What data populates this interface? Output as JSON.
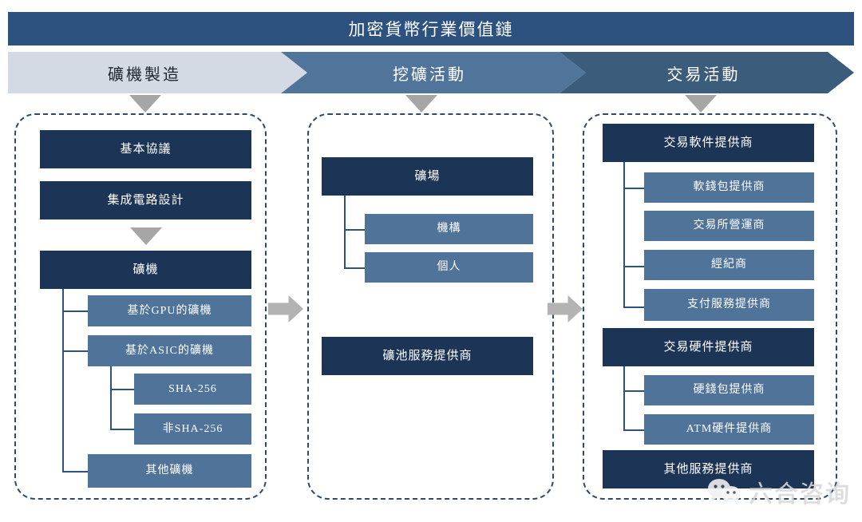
{
  "title": "加密貨幣行業價值鏈",
  "stages": [
    {
      "label": "礦機製造",
      "color": "#d3dae4"
    },
    {
      "label": "挖礦活動",
      "color": "#51749a"
    },
    {
      "label": "交易活動",
      "color": "#3c5c7c"
    }
  ],
  "colors": {
    "title_bar": "#2d5280",
    "dark_node": "#1c3557",
    "mid_node": "#50739a",
    "panel_border": "#2d4a6b",
    "arrow_gray": "#b3b3b3",
    "down_arrow_gray": "#a6a6a6"
  },
  "columns": [
    {
      "name": "礦機製造",
      "nodes": [
        {
          "id": "l1",
          "label": "基本協議",
          "level": "dark"
        },
        {
          "id": "l2",
          "label": "集成電路設計",
          "level": "dark"
        },
        {
          "id": "l3",
          "label": "礦機",
          "level": "dark"
        },
        {
          "id": "l4",
          "label": "基於GPU的礦機",
          "level": "mid"
        },
        {
          "id": "l5",
          "label": "基於ASIC的礦機",
          "level": "mid"
        },
        {
          "id": "l6",
          "label": "SHA-256",
          "level": "mid"
        },
        {
          "id": "l7",
          "label": "非SHA-256",
          "level": "mid"
        },
        {
          "id": "l8",
          "label": "其他礦機",
          "level": "mid"
        }
      ]
    },
    {
      "name": "挖礦活動",
      "nodes": [
        {
          "id": "m1",
          "label": "礦場",
          "level": "dark"
        },
        {
          "id": "m2",
          "label": "機構",
          "level": "mid"
        },
        {
          "id": "m3",
          "label": "個人",
          "level": "mid"
        },
        {
          "id": "m4",
          "label": "礦池服務提供商",
          "level": "dark"
        }
      ]
    },
    {
      "name": "交易活動",
      "nodes": [
        {
          "id": "r1",
          "label": "交易軟件提供商",
          "level": "dark"
        },
        {
          "id": "r2",
          "label": "軟錢包提供商",
          "level": "mid"
        },
        {
          "id": "r3",
          "label": "交易所營運商",
          "level": "mid"
        },
        {
          "id": "r4",
          "label": "經紀商",
          "level": "mid"
        },
        {
          "id": "r5",
          "label": "支付服務提供商",
          "level": "mid"
        },
        {
          "id": "r6",
          "label": "交易硬件提供商",
          "level": "dark"
        },
        {
          "id": "r7",
          "label": "硬錢包提供商",
          "level": "mid"
        },
        {
          "id": "r8",
          "label": "ATM硬件提供商",
          "level": "mid"
        },
        {
          "id": "r9",
          "label": "其他服務提供商",
          "level": "dark"
        }
      ]
    }
  ],
  "watermark": {
    "text": "六合咨询",
    "icon": "wechat-icon"
  }
}
